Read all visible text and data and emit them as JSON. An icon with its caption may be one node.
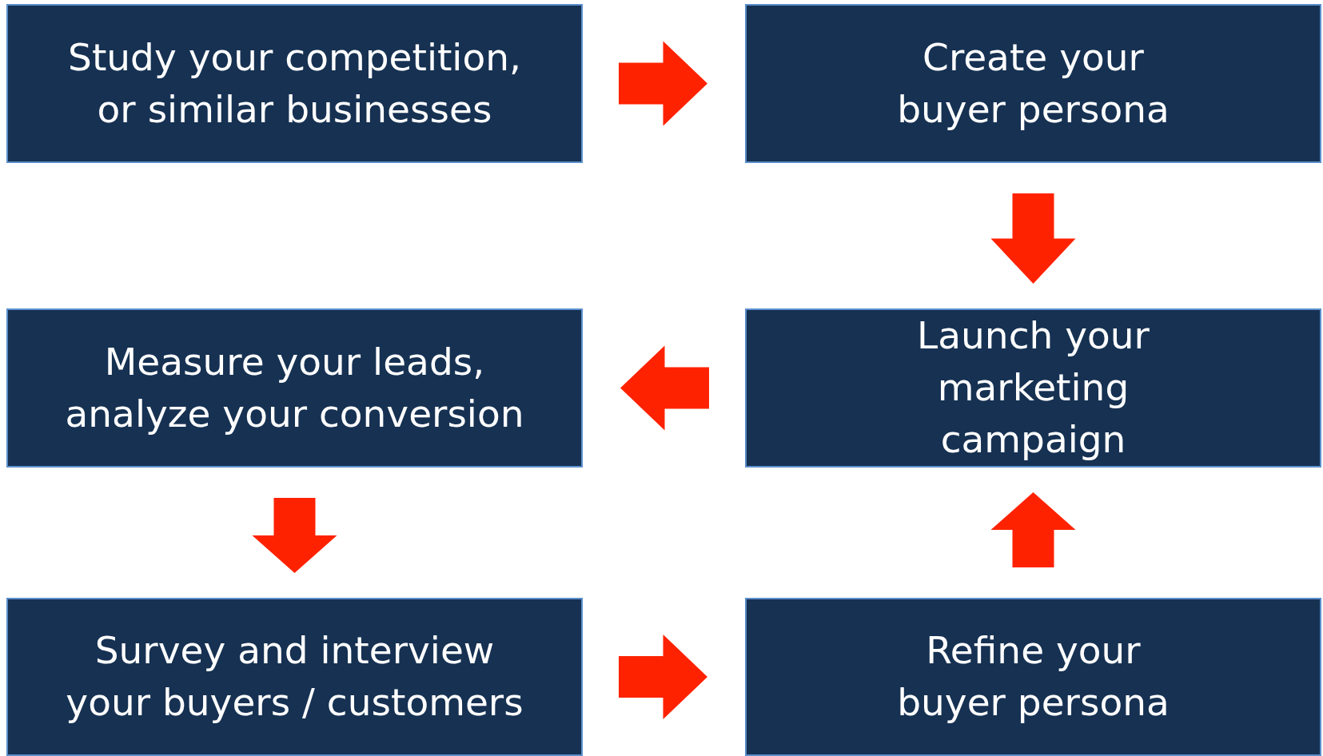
{
  "diagram": {
    "nodes": [
      {
        "text": [
          "Study your competition, or similar businesses"
        ]
      },
      {
        "text": [
          "Create your buyer persona"
        ]
      },
      {
        "text": [
          "Measure your leads, analyze your conversion"
        ]
      },
      {
        "text": [
          "Launch your marketing campaign"
        ]
      },
      {
        "text": [
          "Survey and interview your buyers / customers"
        ]
      },
      {
        "text": [
          "Refine your buyer persona"
        ]
      }
    ],
    "edges": [
      {
        "from": 0,
        "to": 1,
        "arrow": "to"
      },
      {
        "from": 1,
        "to": 3,
        "arrow": "to"
      },
      {
        "from": 3,
        "to": 2,
        "arrow": "to"
      },
      {
        "from": 2,
        "to": 4,
        "arrow": "to"
      },
      {
        "from": 4,
        "to": 5,
        "arrow": "to"
      },
      {
        "from": 5,
        "to": 3,
        "arrow": "to"
      }
    ]
  }
}
